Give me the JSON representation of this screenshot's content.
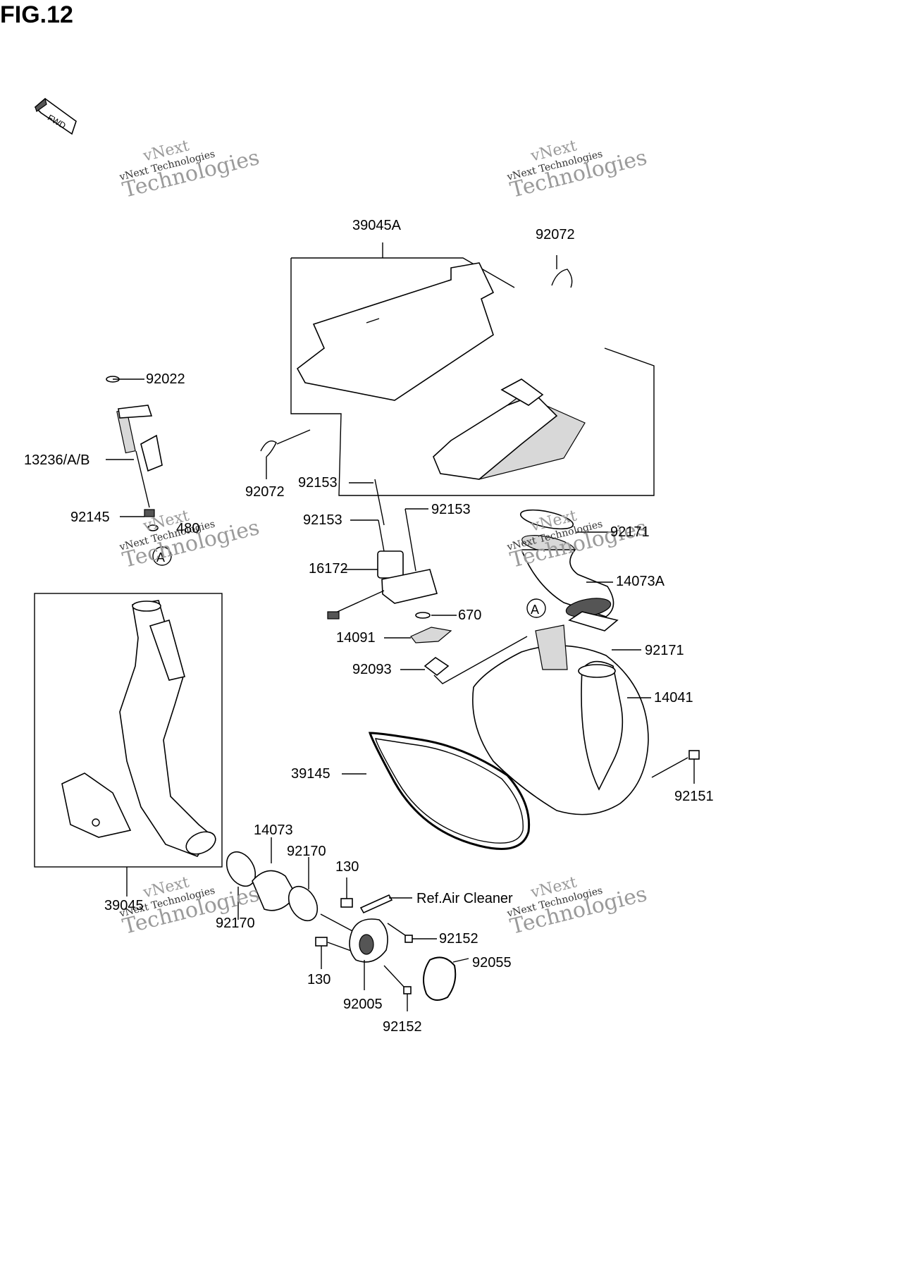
{
  "figure": {
    "title": "FIG.12",
    "fwd_label": "FWD"
  },
  "ref_marks": {
    "a1": "A",
    "a2": "A"
  },
  "watermark": {
    "brand": "vNext",
    "full": "vNext Technologies",
    "big": "Technologies"
  },
  "labels": {
    "p39045A": "39045A",
    "p92072_top": "92072",
    "p92072_left": "92072",
    "p92022": "92022",
    "p13236": "13236/A/B",
    "p92145": "92145",
    "p480": "480",
    "p92153_a": "92153",
    "p92153_b": "92153",
    "p92153_c": "92153",
    "p16172": "16172",
    "p92171_a": "92171",
    "p14073A": "14073A",
    "p670": "670",
    "p14091": "14091",
    "p92093": "92093",
    "p92171_b": "92171",
    "p14041": "14041",
    "p39145": "39145",
    "p92151": "92151",
    "p14073": "14073",
    "p92170_a": "92170",
    "p92170_b": "92170",
    "p130_a": "130",
    "p130_b": "130",
    "p39045": "39045",
    "p_ref": "Ref.Air Cleaner",
    "p92152_a": "92152",
    "p92152_b": "92152",
    "p92055": "92055",
    "p92005": "92005"
  }
}
